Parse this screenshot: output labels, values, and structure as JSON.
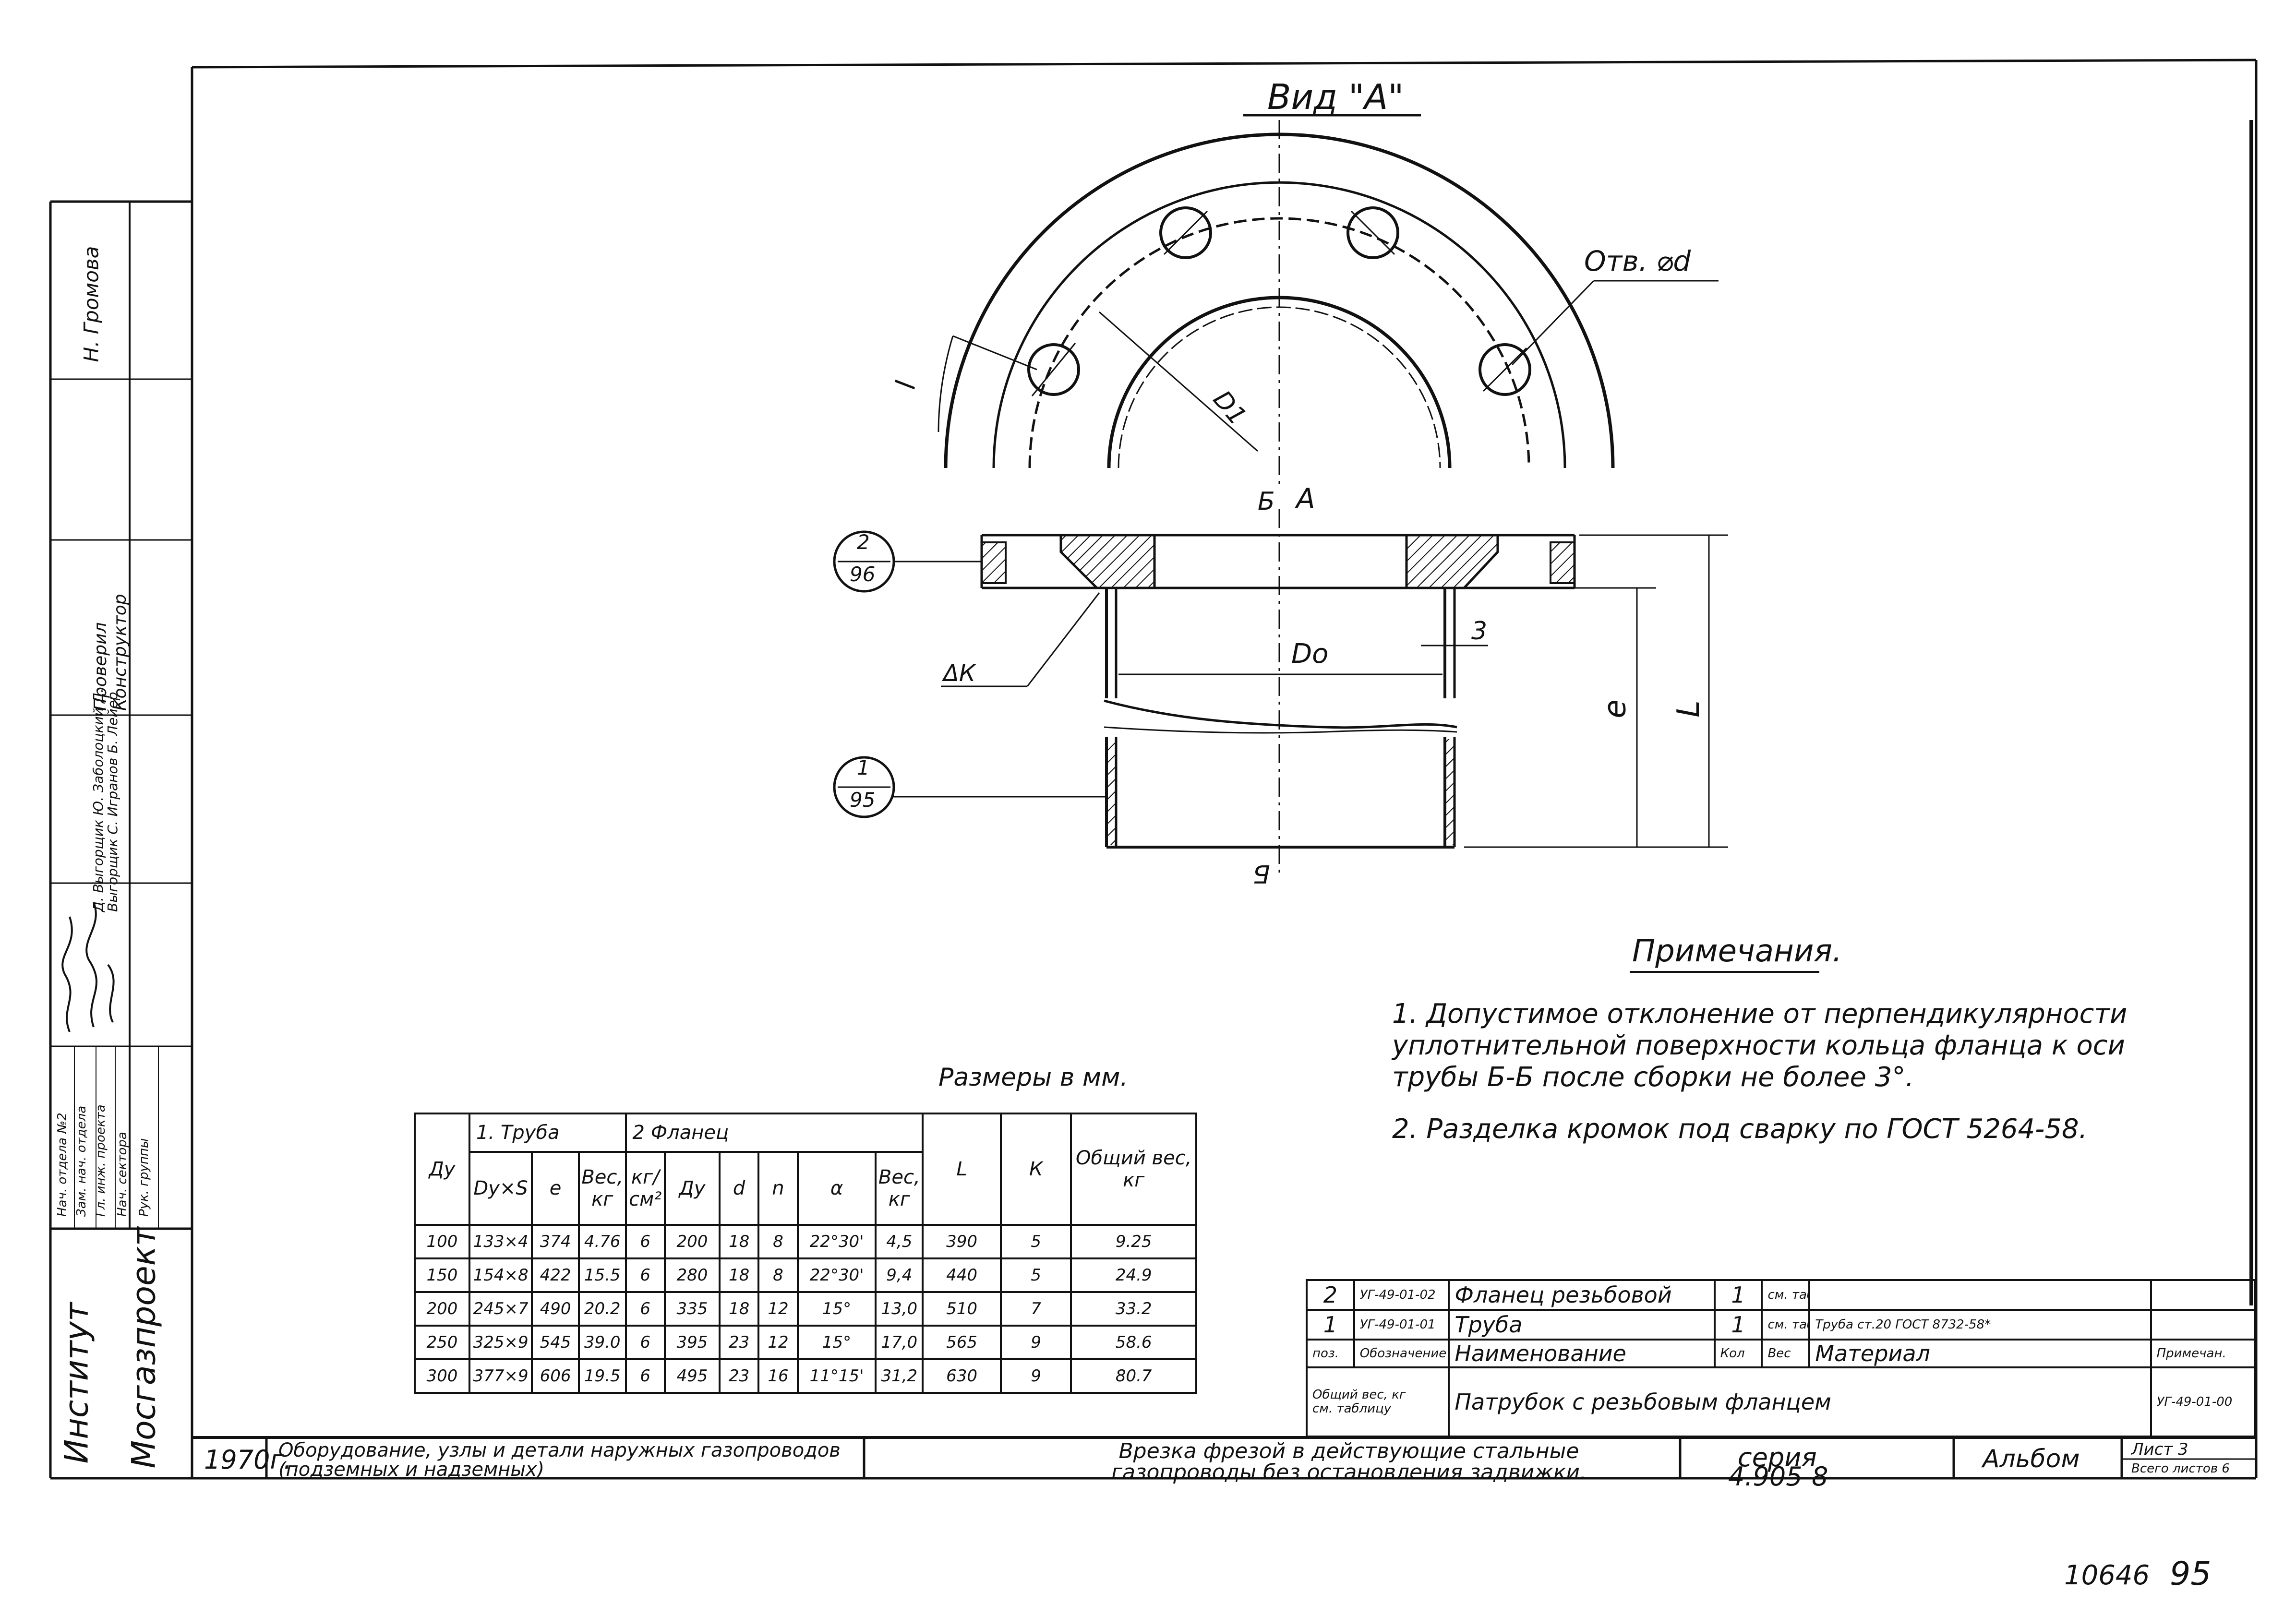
{
  "view_title": "Вид \"А\"",
  "labels": {
    "hole": "Отв. ⌀d",
    "section_left": "Б",
    "section_right": "Б",
    "arrow_a": "А",
    "dim_3": "3",
    "dim_Do": "Dо",
    "dim_D1": "D1",
    "dim_l": "l",
    "dim_e": "е",
    "dim_L": "L",
    "weld": "ΔК",
    "callout2_num": "2",
    "callout2_den": "96",
    "callout1_num": "1",
    "callout1_den": "95"
  },
  "notes": {
    "title": "Примечания.",
    "items": [
      "1. Допустимое отклонение от перпендикулярности уплотнительной поверхности кольца фланца к оси трубы Б-Б после сборки не более 3°.",
      "2. Разделка кромок под сварку по ГОСТ 5264-58."
    ]
  },
  "dimensions": {
    "caption": "Размеры в мм.",
    "group_pipe": "1. Труба",
    "group_flange": "2 Фланец",
    "headers": {
      "dy": "Ду",
      "pipe_dxs": "Dу×S",
      "pipe_e": "е",
      "pipe_weight": "Вес, кг",
      "fl_p": "кг/см²",
      "fl_dy": "Ду",
      "fl_d1": "d",
      "fl_n": "n",
      "fl_alpha": "α",
      "fl_weight": "Вес, кг",
      "L": "L",
      "K": "К",
      "total": "Общий вес, кг"
    },
    "rows": [
      [
        "100",
        "133×4",
        "374",
        "4.76",
        "6",
        "200",
        "18",
        "8",
        "22°30'",
        "4,5",
        "390",
        "5",
        "9.25"
      ],
      [
        "150",
        "154×8",
        "422",
        "15.5",
        "6",
        "280",
        "18",
        "8",
        "22°30'",
        "9,4",
        "440",
        "5",
        "24.9"
      ],
      [
        "200",
        "245×7",
        "490",
        "20.2",
        "6",
        "335",
        "18",
        "12",
        "15°",
        "13,0",
        "510",
        "7",
        "33.2"
      ],
      [
        "250",
        "325×9",
        "545",
        "39.0",
        "6",
        "395",
        "23",
        "12",
        "15°",
        "17,0",
        "565",
        "9",
        "58.6"
      ],
      [
        "300",
        "377×9",
        "606",
        "19.5",
        "6",
        "495",
        "23",
        "16",
        "11°15'",
        "31,2",
        "630",
        "9",
        "80.7"
      ]
    ]
  },
  "spec": {
    "rows": [
      {
        "pos": "2",
        "code": "УГ-49-01-02",
        "name": "Фланец резьбовой",
        "qty": "1",
        "weight": "см. табл.",
        "material": "",
        "note": ""
      },
      {
        "pos": "1",
        "code": "УГ-49-01-01",
        "name": "Труба",
        "qty": "1",
        "weight": "см. табл.",
        "material": "Труба ст.20 ГОСТ 8732-58*",
        "note": ""
      }
    ],
    "header": {
      "pos": "поз.",
      "code": "Обозначение",
      "name": "Наименование",
      "qty": "Кол",
      "weight": "Вес",
      "material": "Материал",
      "note": "Примечан."
    },
    "total_weight": "Общий вес, кг",
    "see_table": "см. таблицу",
    "assembly_name": "Патрубок с резьбовым фланцем",
    "assembly_code": "УГ-49-01-00"
  },
  "title_block": {
    "institute_1": "Институт",
    "institute_2": "Мосгазпроект",
    "year": "1970г.",
    "album_subject": "Оборудование, узлы и детали наружных газопроводов (подземных и надземных)",
    "drawing_title": "Врезка фрезой в действующие стальные газопроводы без остановления задвижки.",
    "series_label": "серия",
    "series": "4.905-8",
    "album": "Альбом",
    "sheet": "Лист 3",
    "sheets_total": "Всего листов 6"
  },
  "side_block": {
    "roles": [
      "Нач. отдела №2",
      "Зам. нач. отдела",
      "Гл. инж. проекта",
      "Нач. сектора",
      "Рук. группы"
    ],
    "people": [
      "Н. Громова",
      "",
      "Проверил Конструктор",
      "Д. Выгорщик Ю. Заболоцкий Д. Выгорщик С. Игранов Б. Лейер"
    ],
    "signatures": "подписи"
  },
  "stamp_number": "10646",
  "page_number": "95"
}
